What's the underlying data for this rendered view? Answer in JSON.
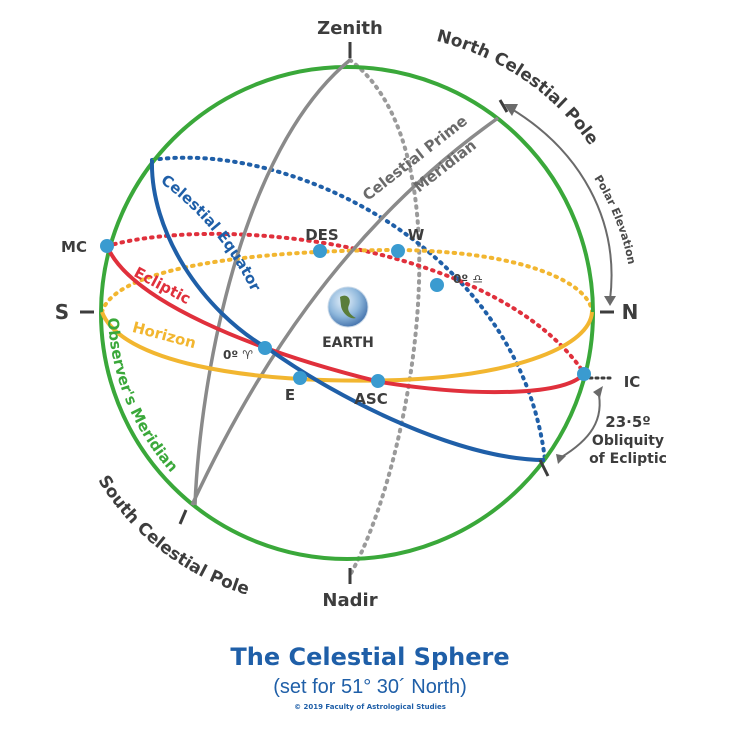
{
  "labels": {
    "zenith": "Zenith",
    "nadir": "Nadir",
    "north_celestial_pole": "North Celestial Pole",
    "south_celestial_pole": "South Celestial Pole",
    "polar_elevation": "Polar Elevation",
    "celestial_prime": "Celestial Prime",
    "meridian": "Meridian",
    "celestial_equator": "Celestial Equator",
    "ecliptic": "Ecliptic",
    "horizon": "Horizon",
    "observers_meridian": "Observer's Meridian",
    "earth": "EARTH",
    "mc": "MC",
    "ic": "IC",
    "des": "DES",
    "asc": "ASC",
    "w": "W",
    "e": "E",
    "s": "S",
    "n": "N",
    "aries": "0º ♈",
    "libra": "0º ♎",
    "obliquity_value": "23·5º",
    "obliquity_line1": "Obliquity",
    "obliquity_line2": "of Ecliptic"
  },
  "caption": {
    "title": "The Celestial Sphere",
    "subtitle": "(set for 51° 30´ North)",
    "copyright": "© 2019  Faculty of Astrological Studies"
  },
  "colors": {
    "meridian_green": "#3aa83a",
    "equator_blue": "#1f5fa8",
    "ecliptic_red": "#e0303c",
    "horizon_yellow": "#f2b630",
    "prime_meridian_gray": "#8a8a8a",
    "point_blue": "#3a9bd0",
    "title_blue": "#1f5fa8"
  }
}
